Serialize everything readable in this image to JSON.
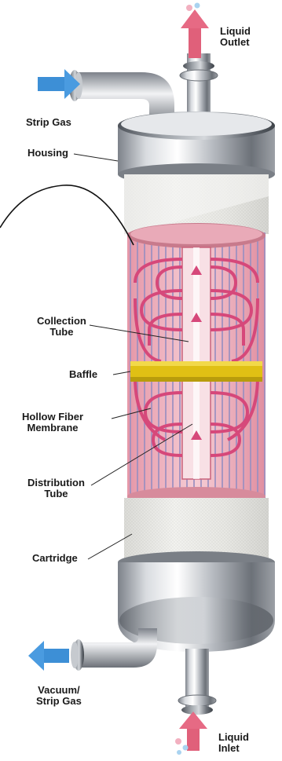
{
  "labels": {
    "liquid_outlet": [
      "Liquid",
      "Outlet"
    ],
    "strip_gas": "Strip Gas",
    "housing": "Housing",
    "collection_tube": [
      "Collection",
      "Tube"
    ],
    "baffle": "Baffle",
    "hollow_fiber_membrane": [
      "Hollow Fiber",
      "Membrane"
    ],
    "distribution_tube": [
      "Distribution",
      "Tube"
    ],
    "cartridge": "Cartridge",
    "vacuum_strip_gas": [
      "Vacuum/",
      "Strip Gas"
    ],
    "liquid_inlet": [
      "Liquid",
      "Inlet"
    ]
  },
  "colors": {
    "shell_light": "#f4f4f4",
    "shell_dark": "#8c9096",
    "wrap": "#ececea",
    "interior": "#f0b7c2",
    "fiber": "#d6487a",
    "fiber_line": "#9a8fc0",
    "baffle": "#e0c014",
    "arrow_blue": "#3d8fd6",
    "arrow_pink": "#e0607a"
  }
}
